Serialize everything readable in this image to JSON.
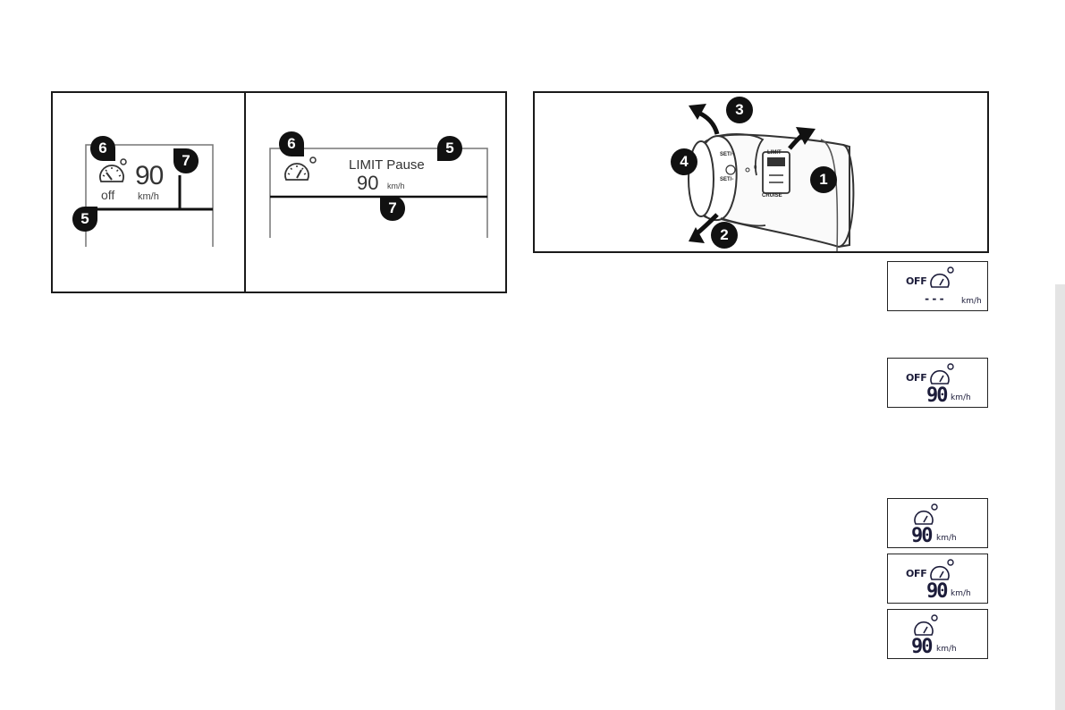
{
  "panels": {
    "left": {
      "badges": [
        "6",
        "7",
        "5"
      ],
      "speed": "90",
      "unit": "km/h",
      "status": "off"
    },
    "middle": {
      "badges": [
        "6",
        "5",
        "7"
      ],
      "message": "LIMIT Pause",
      "speed": "90",
      "unit": "km/h"
    },
    "stalk": {
      "badges": [
        "1",
        "2",
        "3",
        "4"
      ],
      "labels": {
        "limit": "LIMIT",
        "cruise": "CRUISE",
        "set_plus": "SET/+",
        "set_minus": "SET/-",
        "zero": "0"
      }
    }
  },
  "lcds": [
    {
      "off": "OFF",
      "speed": "---",
      "unit": "km/h"
    },
    {
      "off": "OFF",
      "speed": "90",
      "unit": "km/h"
    },
    {
      "off": "",
      "speed": "90",
      "unit": "km/h"
    },
    {
      "off": "OFF",
      "speed": "90",
      "unit": "km/h"
    },
    {
      "off": "",
      "speed": "90",
      "unit": "km/h"
    }
  ]
}
